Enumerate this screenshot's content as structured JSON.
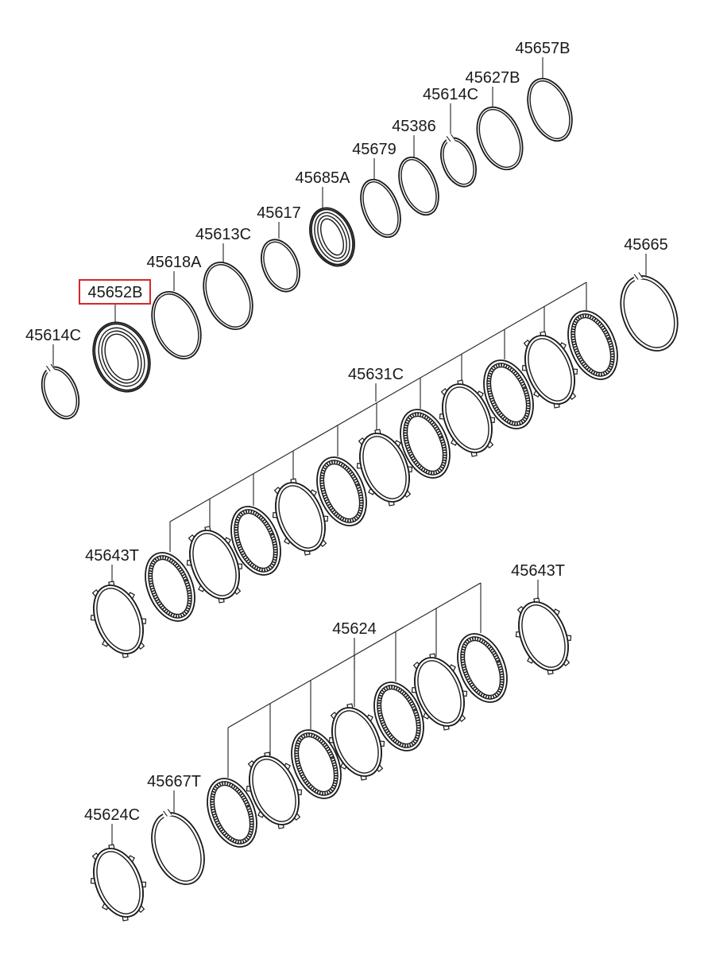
{
  "highlighted_part": "45652B",
  "colors": {
    "line": "#1a1a1a",
    "highlight": "#d9262b",
    "background": "#ffffff"
  },
  "labels": {
    "p45657B": "45657B",
    "p45627B": "45627B",
    "p45614C_top": "45614C",
    "p45386": "45386",
    "p45679": "45679",
    "p45685A": "45685A",
    "p45617": "45617",
    "p45613C": "45613C",
    "p45618A": "45618A",
    "p45652B": "45652B",
    "p45614C_left": "45614C",
    "p45665": "45665",
    "p45631C": "45631C",
    "p45643T_left": "45643T",
    "p45643T_right": "45643T",
    "p45624": "45624",
    "p45667T": "45667T",
    "p45624C": "45624C"
  }
}
